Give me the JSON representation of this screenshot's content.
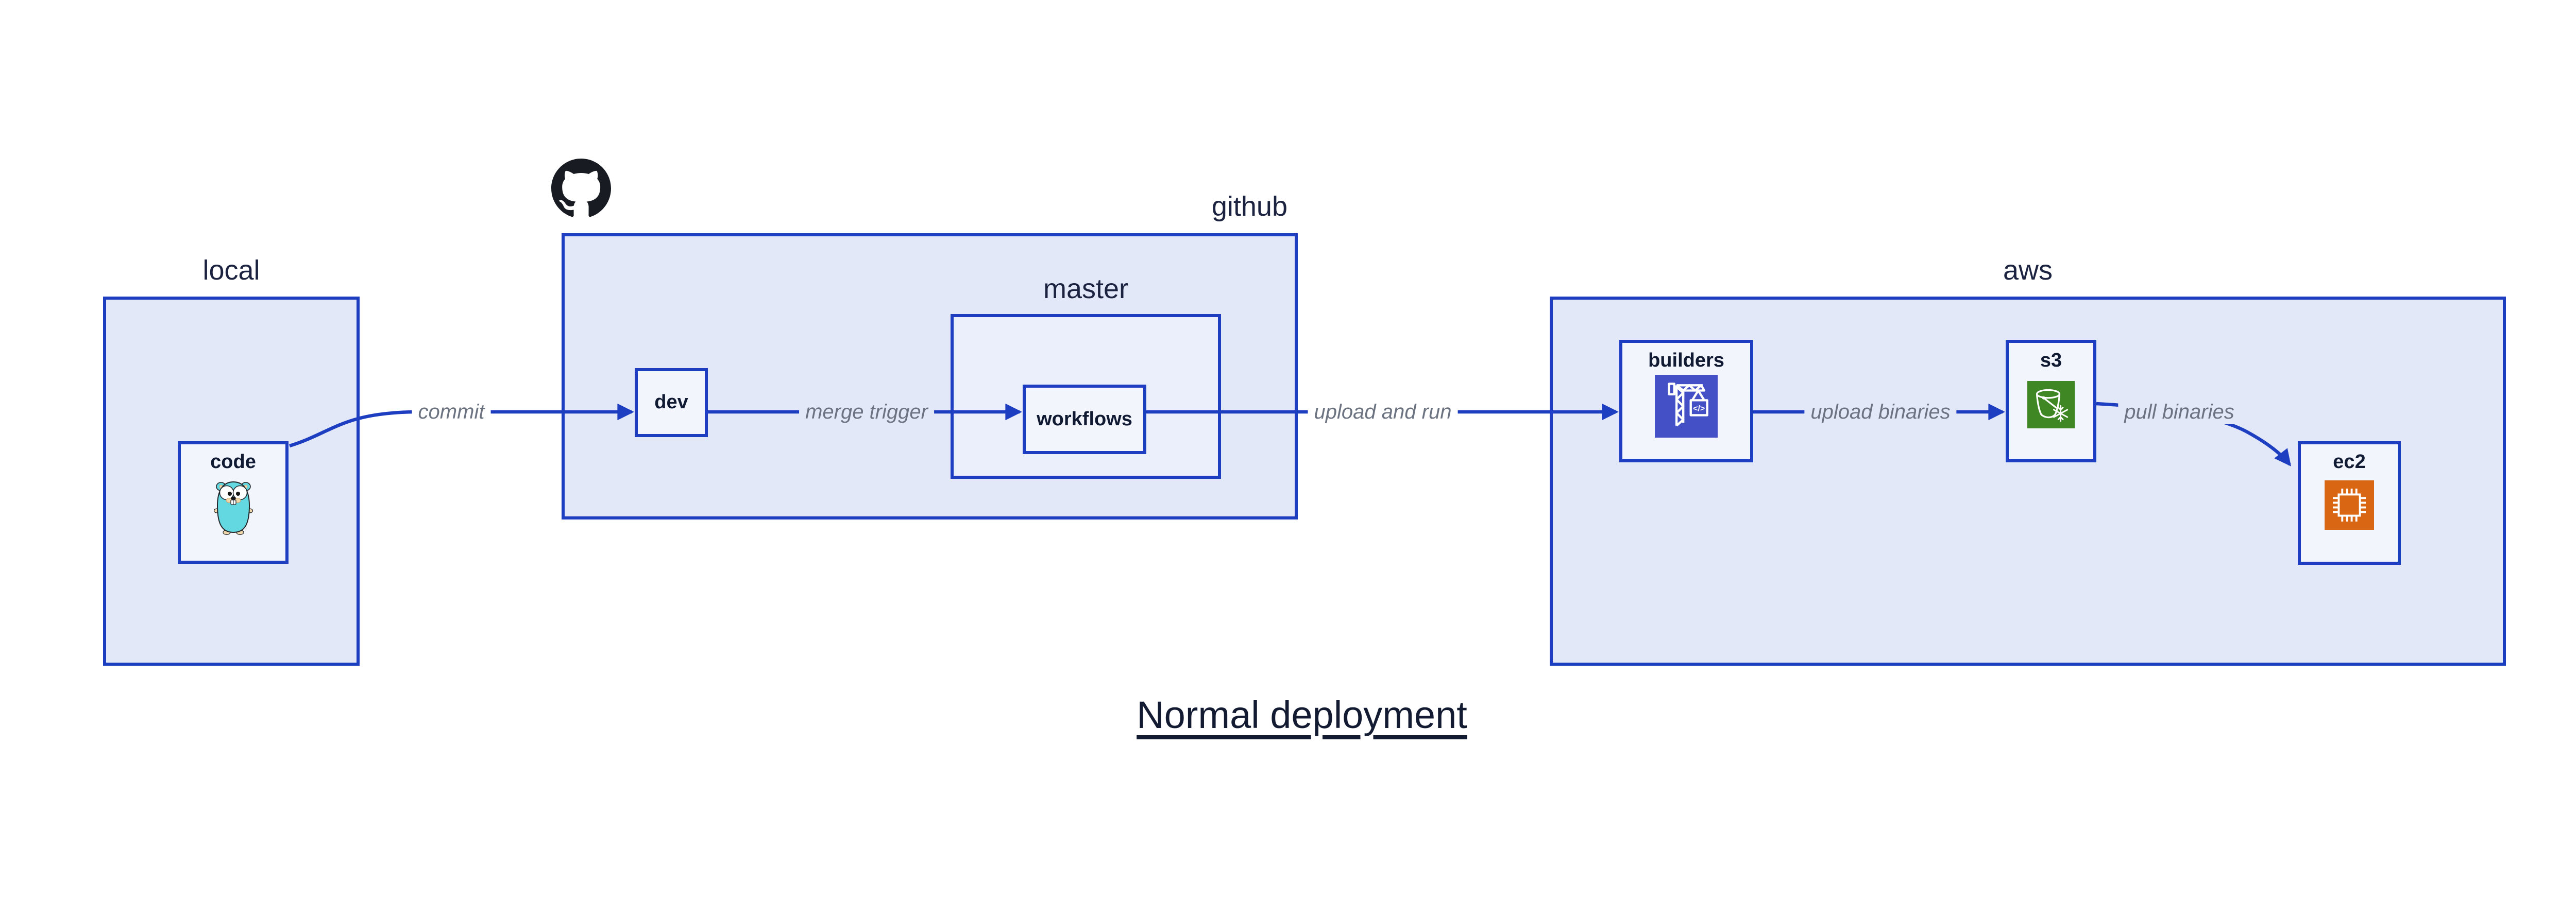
{
  "title": {
    "text": "Normal deployment"
  },
  "groups": {
    "local": {
      "label": "local"
    },
    "github": {
      "label": "github"
    },
    "master": {
      "label": "master"
    },
    "aws": {
      "label": "aws"
    }
  },
  "nodes": {
    "code": {
      "label": "code",
      "icon": "go-gopher-icon"
    },
    "dev": {
      "label": "dev"
    },
    "workflows": {
      "label": "workflows"
    },
    "builders": {
      "label": "builders",
      "icon": "aws-codebuild-icon"
    },
    "s3": {
      "label": "s3",
      "icon": "aws-s3-glacier-bucket-icon"
    },
    "ec2": {
      "label": "ec2",
      "icon": "aws-ec2-chip-icon"
    }
  },
  "edges": [
    {
      "label": "commit",
      "from": "code",
      "to": "dev"
    },
    {
      "label": "merge trigger",
      "from": "dev",
      "to": "workflows"
    },
    {
      "label": "upload and run",
      "from": "workflows",
      "to": "builders"
    },
    {
      "label": "upload binaries",
      "from": "builders",
      "to": "s3"
    },
    {
      "label": "pull binaries",
      "from": "s3",
      "to": "ec2"
    }
  ],
  "icons": {
    "codebuild_glyph": "</>"
  },
  "colors": {
    "edge_blue": "#1d3ec0",
    "container_fill": "#e3e8f8",
    "master_fill": "#ebeffc",
    "node_fill": "#f3f5fc",
    "codebuild_bg": "#4451c6",
    "s3_bg": "#3f8624",
    "ec2_bg": "#d86613",
    "gopher_body": "#63d8e0",
    "github_logo": "#181c22",
    "edge_label_gray": "#6b7280",
    "heading_navy": "#1b2340"
  }
}
